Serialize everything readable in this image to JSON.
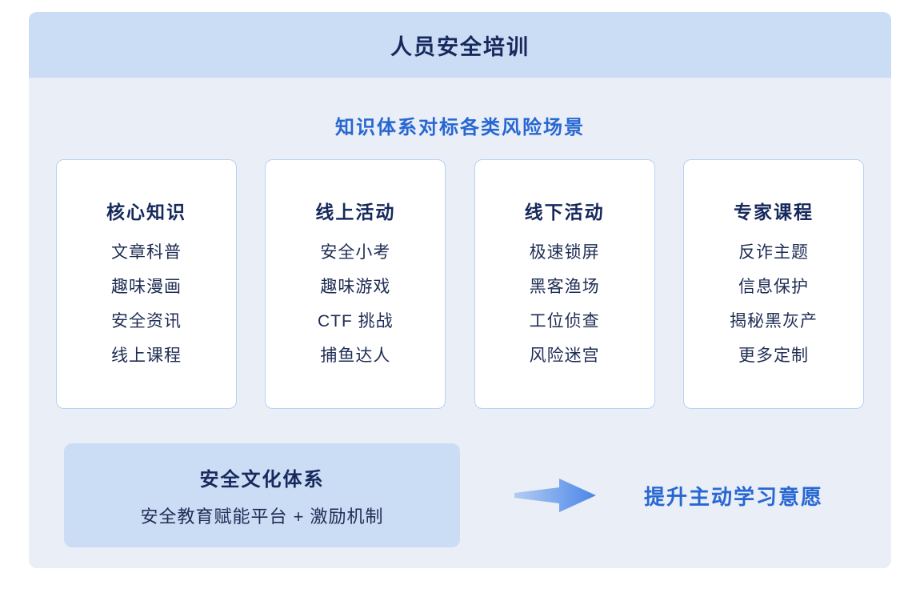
{
  "header": {
    "title": "人员安全培训"
  },
  "section": {
    "title": "知识体系对标各类风险场景",
    "cards": [
      {
        "title": "核心知识",
        "items": [
          "文章科普",
          "趣味漫画",
          "安全资讯",
          "线上课程"
        ]
      },
      {
        "title": "线上活动",
        "items": [
          "安全小考",
          "趣味游戏",
          "CTF 挑战",
          "捕鱼达人"
        ]
      },
      {
        "title": "线下活动",
        "items": [
          "极速锁屏",
          "黑客渔场",
          "工位侦查",
          "风险迷宫"
        ]
      },
      {
        "title": "专家课程",
        "items": [
          "反诈主题",
          "信息保护",
          "揭秘黑灰产",
          "更多定制"
        ]
      }
    ]
  },
  "footer": {
    "box_title": "安全文化体系",
    "box_subtitle": "安全教育赋能平台 + 激励机制",
    "arrow_icon": "right-arrow",
    "result_text": "提升主动学习意愿"
  },
  "colors": {
    "header_bg": "#cbdcf5",
    "panel_bg": "#e9eef7",
    "card_border": "#b9d1f0",
    "accent_blue": "#2867d2",
    "dark_navy": "#16295c",
    "arrow_light": "#b3cdf2",
    "arrow_dark": "#4a86e8"
  }
}
